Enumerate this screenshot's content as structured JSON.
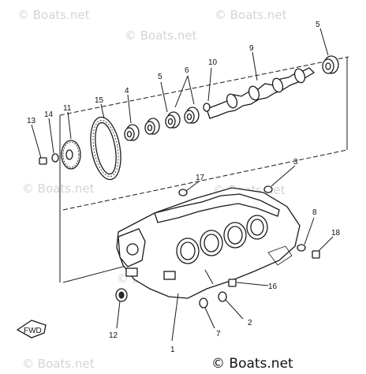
{
  "watermarks": [
    "© Boats.net",
    "© Boats.net",
    "© Boats.net",
    "© Boats.net",
    "© Boats.net",
    "© Boats.net",
    "© Boats.net"
  ],
  "footer_watermark": "© Boats.net",
  "callouts": [
    "1",
    "2",
    "3",
    "4",
    "5",
    "5",
    "6",
    "7",
    "8",
    "9",
    "10",
    "11",
    "12",
    "13",
    "14",
    "15",
    "16",
    "17",
    "18"
  ],
  "front_marker": "FWD"
}
